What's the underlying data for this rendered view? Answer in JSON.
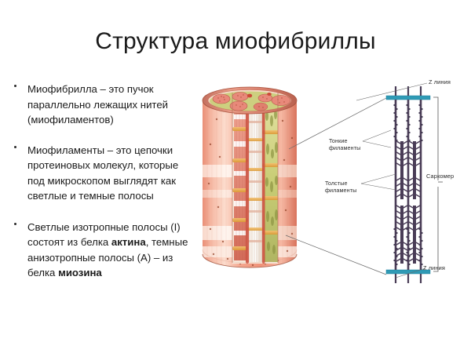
{
  "slide": {
    "title": "Структура миофибриллы",
    "background_color": "#ffffff",
    "text_color": "#1a1a1a"
  },
  "bullets": [
    {
      "id": "myofibril-definition",
      "marker": "•",
      "text": "Миофибрилла – это пучок параллельно лежащих нитей (миофиламентов)"
    },
    {
      "id": "myofilament-definition",
      "marker": "•",
      "text": "Миофиламенты – это цепочки протеиновых молекул, которые под микроскопом выглядят как светлые и темные полосы"
    },
    {
      "id": "band-composition",
      "marker": "•",
      "text_parts": [
        {
          "t": "Светлые изотропные полосы (I) состоят из белка ",
          "bold": false
        },
        {
          "t": "актина",
          "bold": true
        },
        {
          "t": ", темные анизотропные полосы (A) – из белка ",
          "bold": false
        },
        {
          "t": "миозина",
          "bold": true
        }
      ]
    }
  ],
  "figure": {
    "name": "myofibril-sarcomere-diagram",
    "myofibril_cylinder": {
      "name": "myofibril-cylinder-illustration",
      "sheath_color": "#f2a18c",
      "sheath_light_color": "#fbdccf",
      "band_light_color": "#fdf3ec",
      "interior_green": "#c9cf73",
      "interior_orange": "#e8a94a",
      "interior_red": "#d65a4a",
      "interior_pink": "#e8897a"
    },
    "sarcomere": {
      "name": "sarcomere-filament-diagram",
      "z_line_color": "#2f9ab5",
      "filament_color": "#514060",
      "thin_filament_count": 3,
      "thick_filament_count": 2
    },
    "labels": {
      "z_line_top": "Z  линия",
      "z_line_bottom": "Z  линия",
      "thin_filaments": "Тонкие\nфиламенты",
      "thick_filaments": "Толстые\nфиламенты",
      "sarcomere": "Саркомер"
    }
  }
}
